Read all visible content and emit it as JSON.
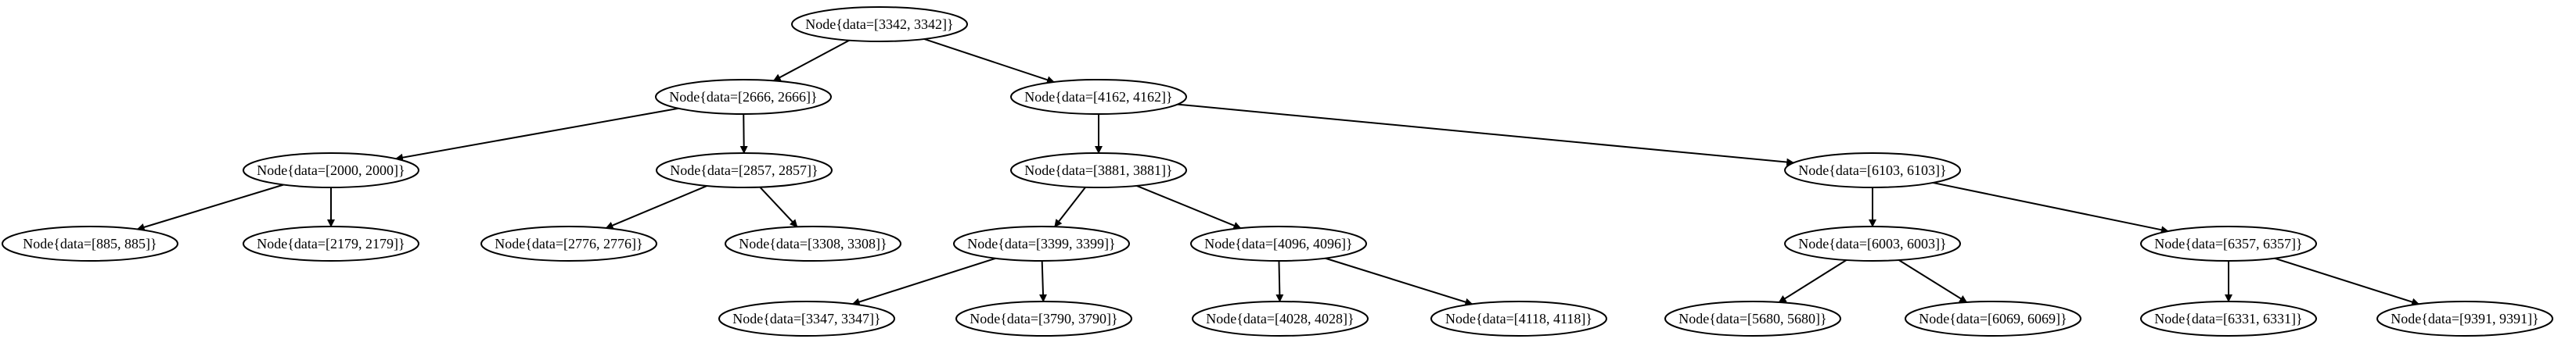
{
  "nodes": [
    {
      "id": "n3342",
      "label": "Node{data=[3342, 3342]}"
    },
    {
      "id": "n2666",
      "label": "Node{data=[2666, 2666]}"
    },
    {
      "id": "n4162",
      "label": "Node{data=[4162, 4162]}"
    },
    {
      "id": "n2000",
      "label": "Node{data=[2000, 2000]}"
    },
    {
      "id": "n2857",
      "label": "Node{data=[2857, 2857]}"
    },
    {
      "id": "n3881",
      "label": "Node{data=[3881, 3881]}"
    },
    {
      "id": "n6103",
      "label": "Node{data=[6103, 6103]}"
    },
    {
      "id": "n885",
      "label": "Node{data=[885, 885]}"
    },
    {
      "id": "n2179",
      "label": "Node{data=[2179, 2179]}"
    },
    {
      "id": "n2776",
      "label": "Node{data=[2776, 2776]}"
    },
    {
      "id": "n3308",
      "label": "Node{data=[3308, 3308]}"
    },
    {
      "id": "n3399",
      "label": "Node{data=[3399, 3399]}"
    },
    {
      "id": "n4096",
      "label": "Node{data=[4096, 4096]}"
    },
    {
      "id": "n6003",
      "label": "Node{data=[6003, 6003]}"
    },
    {
      "id": "n6357",
      "label": "Node{data=[6357, 6357]}"
    },
    {
      "id": "n3347",
      "label": "Node{data=[3347, 3347]}"
    },
    {
      "id": "n3790",
      "label": "Node{data=[3790, 3790]}"
    },
    {
      "id": "n4028",
      "label": "Node{data=[4028, 4028]}"
    },
    {
      "id": "n4118",
      "label": "Node{data=[4118, 4118]}"
    },
    {
      "id": "n5680",
      "label": "Node{data=[5680, 5680]}"
    },
    {
      "id": "n6069",
      "label": "Node{data=[6069, 6069]}"
    },
    {
      "id": "n6331",
      "label": "Node{data=[6331, 6331]}"
    },
    {
      "id": "n9391",
      "label": "Node{data=[9391, 9391]}"
    }
  ],
  "edges": [
    {
      "from": "n3342",
      "to": "n2666"
    },
    {
      "from": "n3342",
      "to": "n4162"
    },
    {
      "from": "n2666",
      "to": "n2000"
    },
    {
      "from": "n2666",
      "to": "n2857"
    },
    {
      "from": "n4162",
      "to": "n3881"
    },
    {
      "from": "n4162",
      "to": "n6103"
    },
    {
      "from": "n2000",
      "to": "n885"
    },
    {
      "from": "n2000",
      "to": "n2179"
    },
    {
      "from": "n2857",
      "to": "n2776"
    },
    {
      "from": "n2857",
      "to": "n3308"
    },
    {
      "from": "n3881",
      "to": "n3399"
    },
    {
      "from": "n3881",
      "to": "n4096"
    },
    {
      "from": "n6103",
      "to": "n6003"
    },
    {
      "from": "n6103",
      "to": "n6357"
    },
    {
      "from": "n3399",
      "to": "n3347"
    },
    {
      "from": "n3399",
      "to": "n3790"
    },
    {
      "from": "n4096",
      "to": "n4028"
    },
    {
      "from": "n4096",
      "to": "n4118"
    },
    {
      "from": "n6003",
      "to": "n5680"
    },
    {
      "from": "n6003",
      "to": "n6069"
    },
    {
      "from": "n6357",
      "to": "n6331"
    },
    {
      "from": "n6357",
      "to": "n9391"
    }
  ]
}
